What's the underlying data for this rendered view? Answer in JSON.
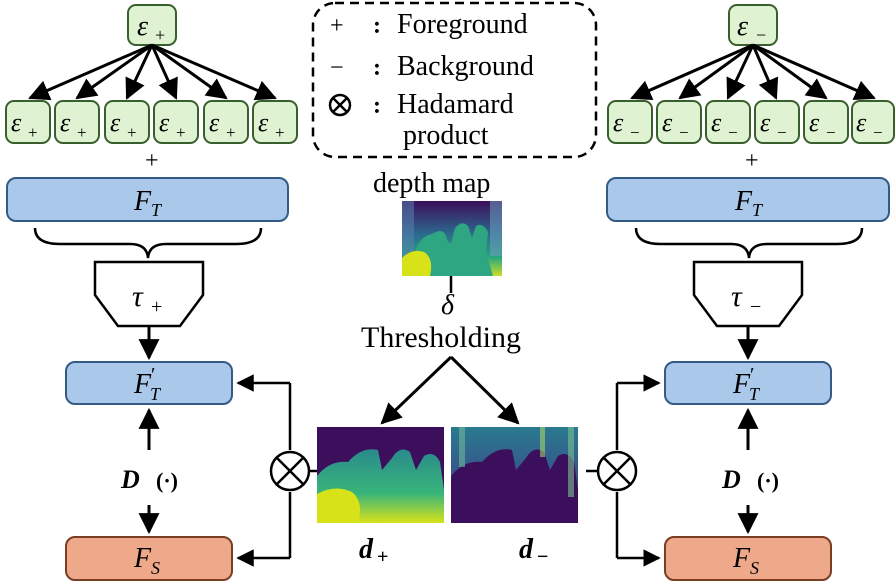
{
  "legend": {
    "items": [
      {
        "symbol": "+",
        "text": "Foreground"
      },
      {
        "symbol": "−",
        "text": "Background"
      },
      {
        "symbol": "⊗",
        "text": "Hadamard"
      }
    ],
    "hadamard_line2": "product"
  },
  "left": {
    "top_symbol": "ε",
    "top_sub": "+",
    "token_symbol": "ε",
    "token_sub": "+",
    "token_count": 6,
    "plus": "+",
    "ft_main": "F",
    "ft_sub": "T",
    "tau_main": "τ",
    "tau_sub": "+",
    "ftp_main": "F",
    "ftp_prime": "′",
    "ftp_sub": "T",
    "d_main": "D",
    "d_arg": "(·)",
    "fs_main": "F",
    "fs_sub": "S",
    "hadamard": "⊗"
  },
  "right": {
    "top_symbol": "ε",
    "top_sub": "−",
    "token_symbol": "ε",
    "token_sub": "−",
    "token_count": 6,
    "plus": "+",
    "ft_main": "F",
    "ft_sub": "T",
    "tau_main": "τ",
    "tau_sub": "−",
    "ftp_main": "F",
    "ftp_prime": "′",
    "ftp_sub": "T",
    "d_main": "D",
    "d_arg": "(·)",
    "fs_main": "F",
    "fs_sub": "S",
    "hadamard": "⊗"
  },
  "center": {
    "depth_map_label": "depth map",
    "delta": "δ",
    "thresholding": "Thresholding",
    "dplus_main": "d",
    "dplus_sub": "+",
    "dminus_main": "d",
    "dminus_sub": "−"
  },
  "colors": {
    "green_fill": "#dff3d2",
    "green_stroke": "#3a5f2f",
    "blue_fill": "#a9c8ea",
    "blue_stroke": "#345a86",
    "orange_fill": "#eea88a",
    "orange_stroke": "#7a3e22",
    "viridis_dark": "#3b0f5c",
    "viridis_mid": "#2a8a8c",
    "viridis_light": "#d8e219"
  }
}
